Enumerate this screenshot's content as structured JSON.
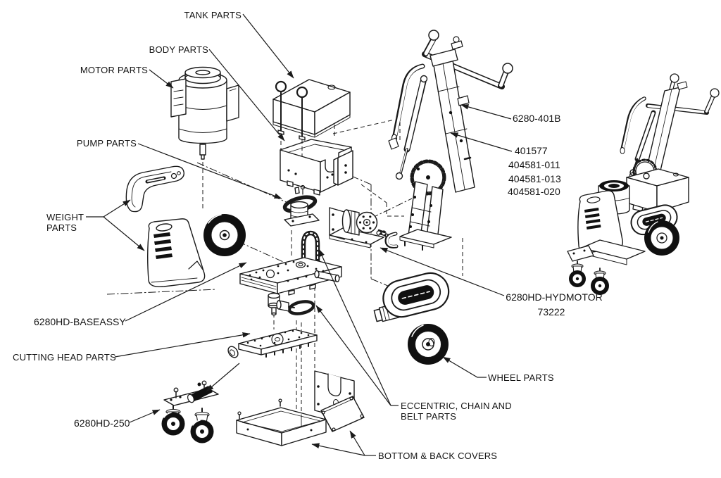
{
  "colors": {
    "ink": "#1a1a1a",
    "paper": "#ffffff",
    "tire": "#101010"
  },
  "callouts": {
    "tank": {
      "label": "TANK PARTS"
    },
    "body": {
      "label": "BODY PARTS"
    },
    "motor": {
      "label": "MOTOR PARTS"
    },
    "pump": {
      "label": "PUMP PARTS"
    },
    "weight": {
      "line1": "WEIGHT",
      "line2": "PARTS"
    },
    "grip": {
      "label": "6280-401B"
    },
    "handle": {
      "line1": "401577",
      "line2": "404581-011",
      "line3": "404581-013",
      "line4": "404581-020"
    },
    "base": {
      "label": "6280HD-BASEASSY"
    },
    "cutting": {
      "label": "CUTTING HEAD PARTS"
    },
    "dolly": {
      "label": "6280HD-250"
    },
    "hydmotor": {
      "line1": "6280HD-HYDMOTOR",
      "line2": "73222"
    },
    "wheel": {
      "label": "WHEEL PARTS"
    },
    "eccentric": {
      "line1": "ECCENTRIC, CHAIN AND",
      "line2": "BELT PARTS"
    },
    "covers": {
      "label": "BOTTOM & BACK COVERS"
    }
  }
}
